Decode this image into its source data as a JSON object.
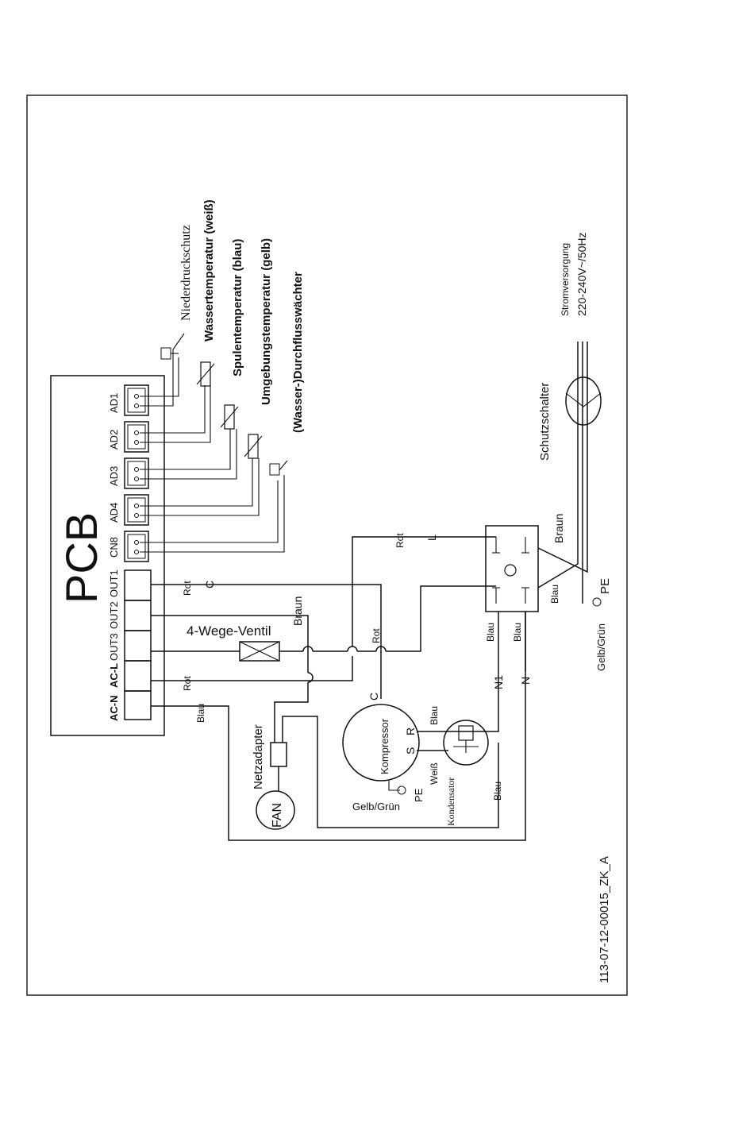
{
  "pcb": {
    "title": "PCB",
    "ports": [
      "AD1",
      "AD2",
      "AD3",
      "AD4",
      "CN8",
      "OUT1",
      "OUT2",
      "OUT3",
      "AC-L",
      "AC-N"
    ]
  },
  "sensors": {
    "low_pressure": "Niederdruckschutz",
    "water_temp": "Wassertemperatur (weiß)",
    "coil_temp": "Spulentemperatur (blau)",
    "ambient_temp": "Umgebungstemperatur (gelb)",
    "flow_switch": "(Wasser-)Durchflusswächter"
  },
  "components": {
    "valve": "4-Wege-Ventil",
    "compressor": "Kompressor",
    "comp_c": "C",
    "comp_s": "S",
    "comp_r": "R",
    "fan": "FAN",
    "netzadapter": "Netzadapter",
    "kondensator": "Kondensator",
    "breaker": "Schutzschalter",
    "power_1": "Stromversorgung",
    "power_2": "220-240V~/50Hz",
    "pe": "PE",
    "gelb_gruen": "Gelb/Grün"
  },
  "wires": {
    "rot": "Rot",
    "blau": "Blau",
    "braun": "Braun",
    "weiss": "Weiß",
    "c": "C",
    "l": "L",
    "n": "N",
    "n1": "N1"
  },
  "footer": {
    "drawing_id": "113-07-12-00015_ZK_A"
  }
}
